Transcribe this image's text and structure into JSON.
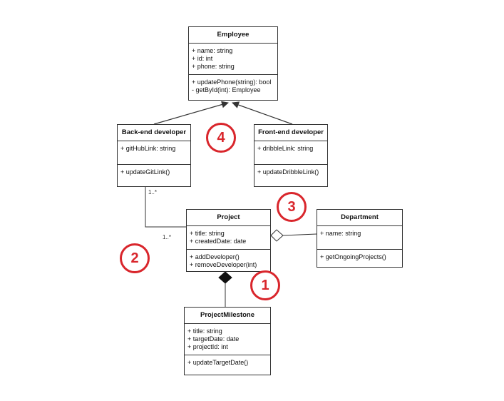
{
  "classes": {
    "employee": {
      "name": "Employee",
      "attributes": [
        "+ name: string",
        "+ id: int",
        "+ phone: string"
      ],
      "methods": [
        "+ updatePhone(string): bool",
        "-  getById(int): Employee"
      ]
    },
    "backend": {
      "name": "Back-end developer",
      "attributes": [
        "+ gitHubLink: string"
      ],
      "methods": [
        "+ updateGitLink()"
      ]
    },
    "frontend": {
      "name": "Front-end developer",
      "attributes": [
        "+ dribbleLink: string"
      ],
      "methods": [
        "+ updateDribbleLink()"
      ]
    },
    "project": {
      "name": "Project",
      "attributes": [
        "+ title: string",
        "+ createdDate: date"
      ],
      "methods": [
        "+ addDeveloper()",
        "+ removeDeveloper(int)"
      ]
    },
    "department": {
      "name": "Department",
      "attributes": [
        "+ name: string"
      ],
      "methods": [
        "+ getOngoingProjects()"
      ]
    },
    "milestone": {
      "name": "ProjectMilestone",
      "attributes": [
        "+ title: string",
        "+ targetDate: date",
        "+ projectId: int"
      ],
      "methods": [
        "+ updateTargetDate()"
      ]
    }
  },
  "multiplicities": {
    "backend_end": "1..*",
    "project_end": "1..*"
  },
  "annotations": [
    "1",
    "2",
    "3",
    "4"
  ],
  "colors": {
    "annotation": "#d9262c",
    "line": "#333333"
  }
}
